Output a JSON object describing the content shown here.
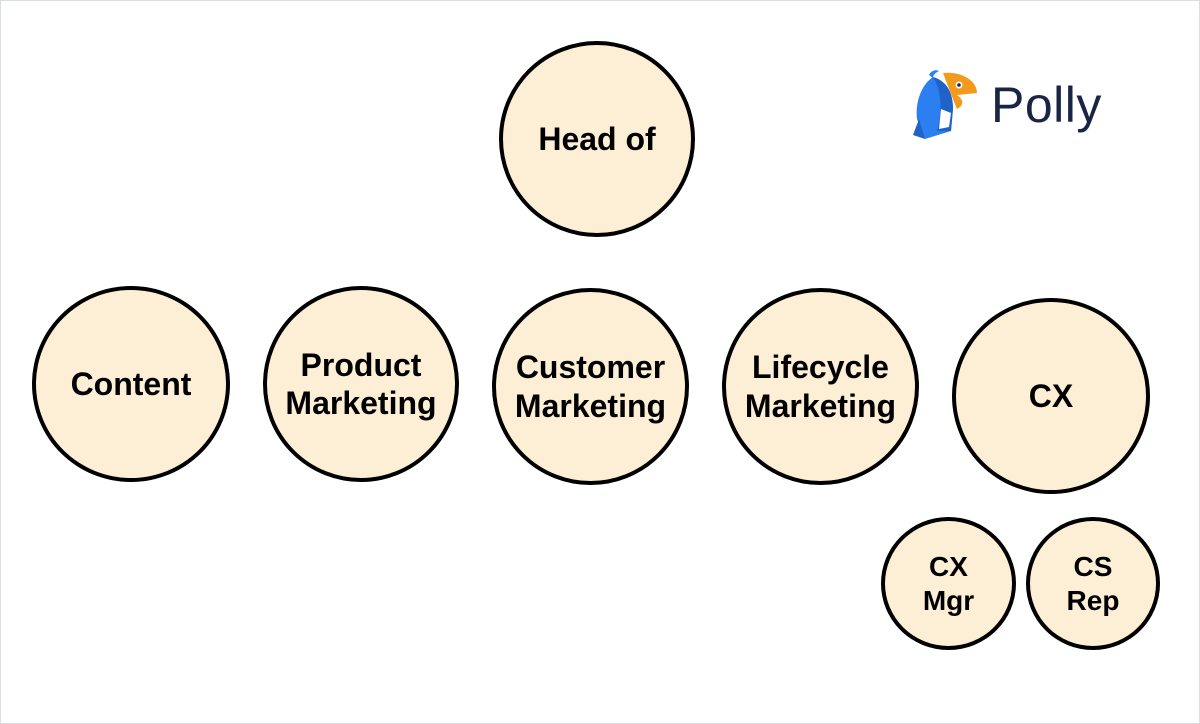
{
  "colors": {
    "node_fill": "#fdefd6",
    "node_border": "#000000",
    "logo_text": "#1a2546",
    "logo_blue": "#2b7ff0",
    "logo_orange": "#f39a1c"
  },
  "logo": {
    "text": "Polly",
    "icon": "parrot-icon"
  },
  "nodes": {
    "head": "Head of",
    "content": "Content",
    "product": "Product\nMarketing",
    "customer": "Customer\nMarketing",
    "lifecycle": "Lifecycle\nMarketing",
    "cx": "CX",
    "cx_mgr": "CX\nMgr",
    "cs_rep": "CS\nRep"
  }
}
